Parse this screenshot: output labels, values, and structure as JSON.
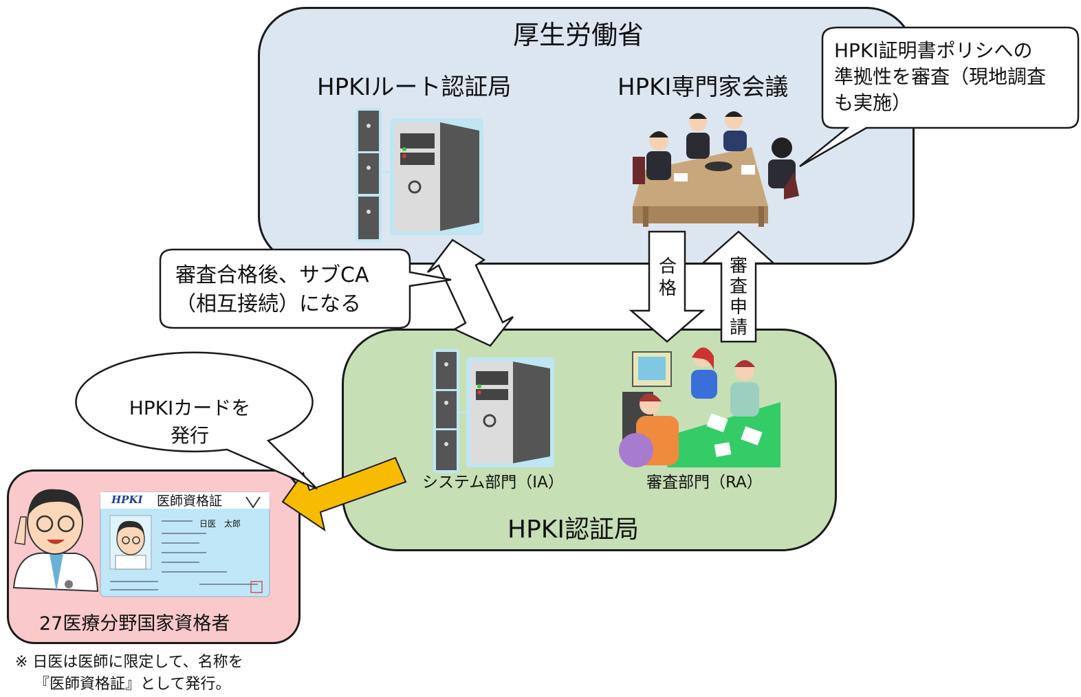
{
  "ministry": {
    "title": "厚生労働省",
    "root_ca": "HPKIルート認証局",
    "expert_council": "HPKI専門家会議"
  },
  "callout_policy": {
    "lines": [
      "HPKI証明書ポリシへの",
      "準拠性を審査（現地調査",
      "も実施）"
    ]
  },
  "callout_subca": {
    "lines": [
      "審査合格後、サブCA",
      "（相互接続）になる"
    ]
  },
  "callout_card": {
    "lines": [
      "HPKIカードを",
      "発行"
    ]
  },
  "arrow_pass": {
    "chars": [
      "合",
      "格"
    ]
  },
  "arrow_apply": {
    "chars": [
      "審",
      "査",
      "申",
      "請"
    ]
  },
  "ca": {
    "title": "HPKI認証局",
    "system_dept": "システム部門（IA）",
    "review_dept": "審査部門（RA）"
  },
  "holder": {
    "title": "27医療分野国家資格者",
    "card": {
      "logo": "HPKI",
      "heading": "医師資格証",
      "name": "日医　太郎"
    }
  },
  "footnote": {
    "lines": [
      "※ 日医は医師に限定して、名称を",
      "『医師資格証』として発行。"
    ]
  },
  "colors": {
    "ministry_bg": "#dce6f1",
    "ca_bg": "#c6dfb5",
    "holder_bg": "#f9c9cc",
    "issue_arrow": "#f7bb00"
  }
}
